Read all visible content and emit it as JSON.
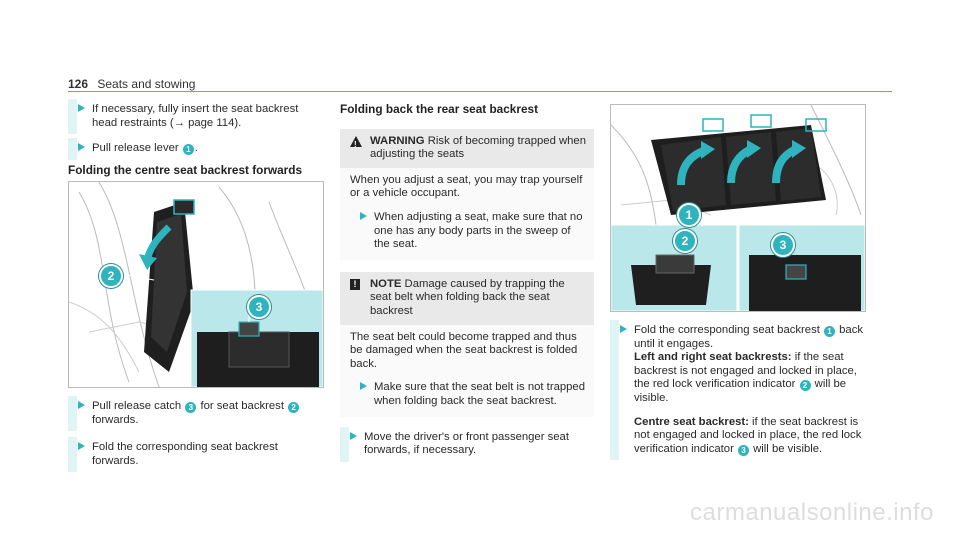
{
  "header": {
    "page_number": "126",
    "section": "Seats and stowing"
  },
  "col1": {
    "step1": {
      "pre": "If necessary, fully insert the seat backrest head restraints (",
      "ref_arrow": "→",
      "ref": "page 114",
      "post": ")."
    },
    "step2": {
      "pre": "Pull release lever ",
      "badge": "1",
      "post": "."
    },
    "heading": "Folding the centre seat backrest forwards",
    "fig_callouts": [
      "2",
      "3"
    ],
    "step3": {
      "pre": "Pull release catch ",
      "badge1": "3",
      "mid": " for seat backrest ",
      "badge2": "2",
      "post": " forwards."
    },
    "step4": "Fold the corresponding seat backrest forwards."
  },
  "col2": {
    "heading": "Folding back the rear seat backrest",
    "warning": {
      "label": "WARNING",
      "title": "Risk of becoming trapped when adjusting the seats",
      "body": "When you adjust a seat, you may trap yourself or a vehicle occupant.",
      "step": "When adjusting a seat, make sure that no one has any body parts in the sweep of the seat."
    },
    "note": {
      "label": "NOTE",
      "title": "Damage caused by trapping the seat belt when folding back the seat backrest",
      "body": "The seat belt could become trapped and thus be damaged when the seat backrest is folded back.",
      "step": "Make sure that the seat belt is not trapped when folding back the seat backrest."
    },
    "step": "Move the driver's or front passenger seat forwards, if necessary."
  },
  "col3": {
    "fig_callouts": [
      "1",
      "2",
      "3"
    ],
    "step": {
      "pre": "Fold the corresponding seat backrest ",
      "badge": "1",
      "post": " back until it engages."
    },
    "p1": {
      "label": "Left and right seat backrests:",
      "pre": " if the seat backrest is not engaged and locked in place, the red lock verification indicator ",
      "badge": "2",
      "post": " will be visible."
    },
    "p2": {
      "label": "Centre seat backrest:",
      "pre": " if the seat backrest is not engaged and locked in place, the red lock verification indicator ",
      "badge": "3",
      "post": " will be visible."
    }
  },
  "watermark": "carmanualsonline.info",
  "colors": {
    "accent": "#2fb3be",
    "panel": "#b9e7ea"
  }
}
